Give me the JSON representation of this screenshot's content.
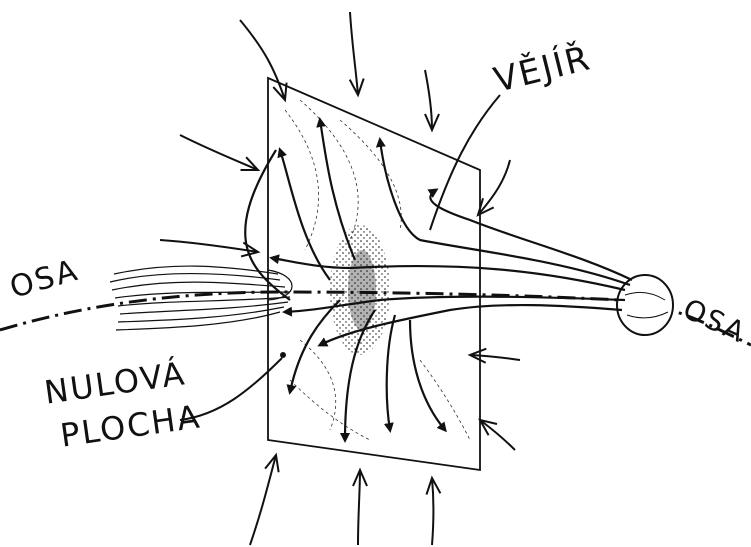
{
  "labels": {
    "fan": "VĚJÍŘ",
    "axis_left": "OSA",
    "axis_right": "OSA",
    "null_surface_line1": "NULOVÁ",
    "null_surface_line2": "PLOCHA"
  },
  "colors": {
    "ink": "#111111",
    "paper": "#ffffff"
  }
}
